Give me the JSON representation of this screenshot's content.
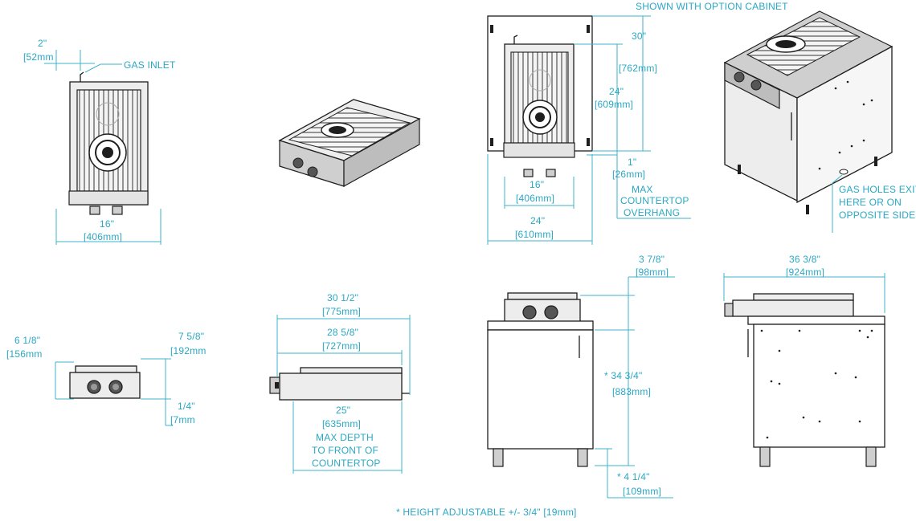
{
  "labels": {
    "shown_with_cabinet": "SHOWN WITH OPTION CABINET",
    "gas_inlet": "GAS INLET",
    "gas_holes_1": "GAS HOLES EXITS",
    "gas_holes_2": "HERE OR ON",
    "gas_holes_3": "OPPOSITE SIDE",
    "overhang_1": "MAX",
    "overhang_2": "COUNTERTOP",
    "overhang_3": "OVERHANG",
    "depth_1": "MAX DEPTH",
    "depth_2": "TO FRONT OF",
    "depth_3": "COUNTERTOP",
    "footnote": "*  HEIGHT ADJUSTABLE +/- 3/4\"  [19mm]"
  },
  "dims": {
    "top_inlet_in": "2\"",
    "top_inlet_mm": "[52mm",
    "top_width_in": "16\"",
    "top_width_mm": "[406mm]",
    "cab_height_in": "30\"",
    "cab_height_mm": "[762mm]",
    "unit_depth_in": "24\"",
    "unit_depth_mm": "[609mm]",
    "overhang_in": "1\"",
    "overhang_mm": "[26mm]",
    "unit_width_in": "16\"",
    "unit_width_mm": "[406mm]",
    "cab_width_in": "24\"",
    "cab_width_mm": "[610mm]",
    "front_h_in": "6 1/8\"",
    "front_h_mm": "[156mm",
    "front_h2_in": "7 5/8\"",
    "front_h2_mm": "[192mm",
    "front_gap_in": "1/4\"",
    "front_gap_mm": "[7mm",
    "side_total_in": "30 1/2\"",
    "side_total_mm": "[775mm]",
    "side_body_in": "28 5/8\"",
    "side_body_mm": "[727mm]",
    "side_depth_in": "25\"",
    "side_depth_mm": "[635mm]",
    "cab_top_in": "3 7/8\"",
    "cab_top_mm": "[98mm]",
    "cab_total_in": "*  34 3/4\"",
    "cab_total_mm": "[883mm]",
    "leg_in": "*   4 1/4\"",
    "leg_mm": "[109mm]",
    "cab_side_in": "36 3/8\"",
    "cab_side_mm": "[924mm]"
  }
}
